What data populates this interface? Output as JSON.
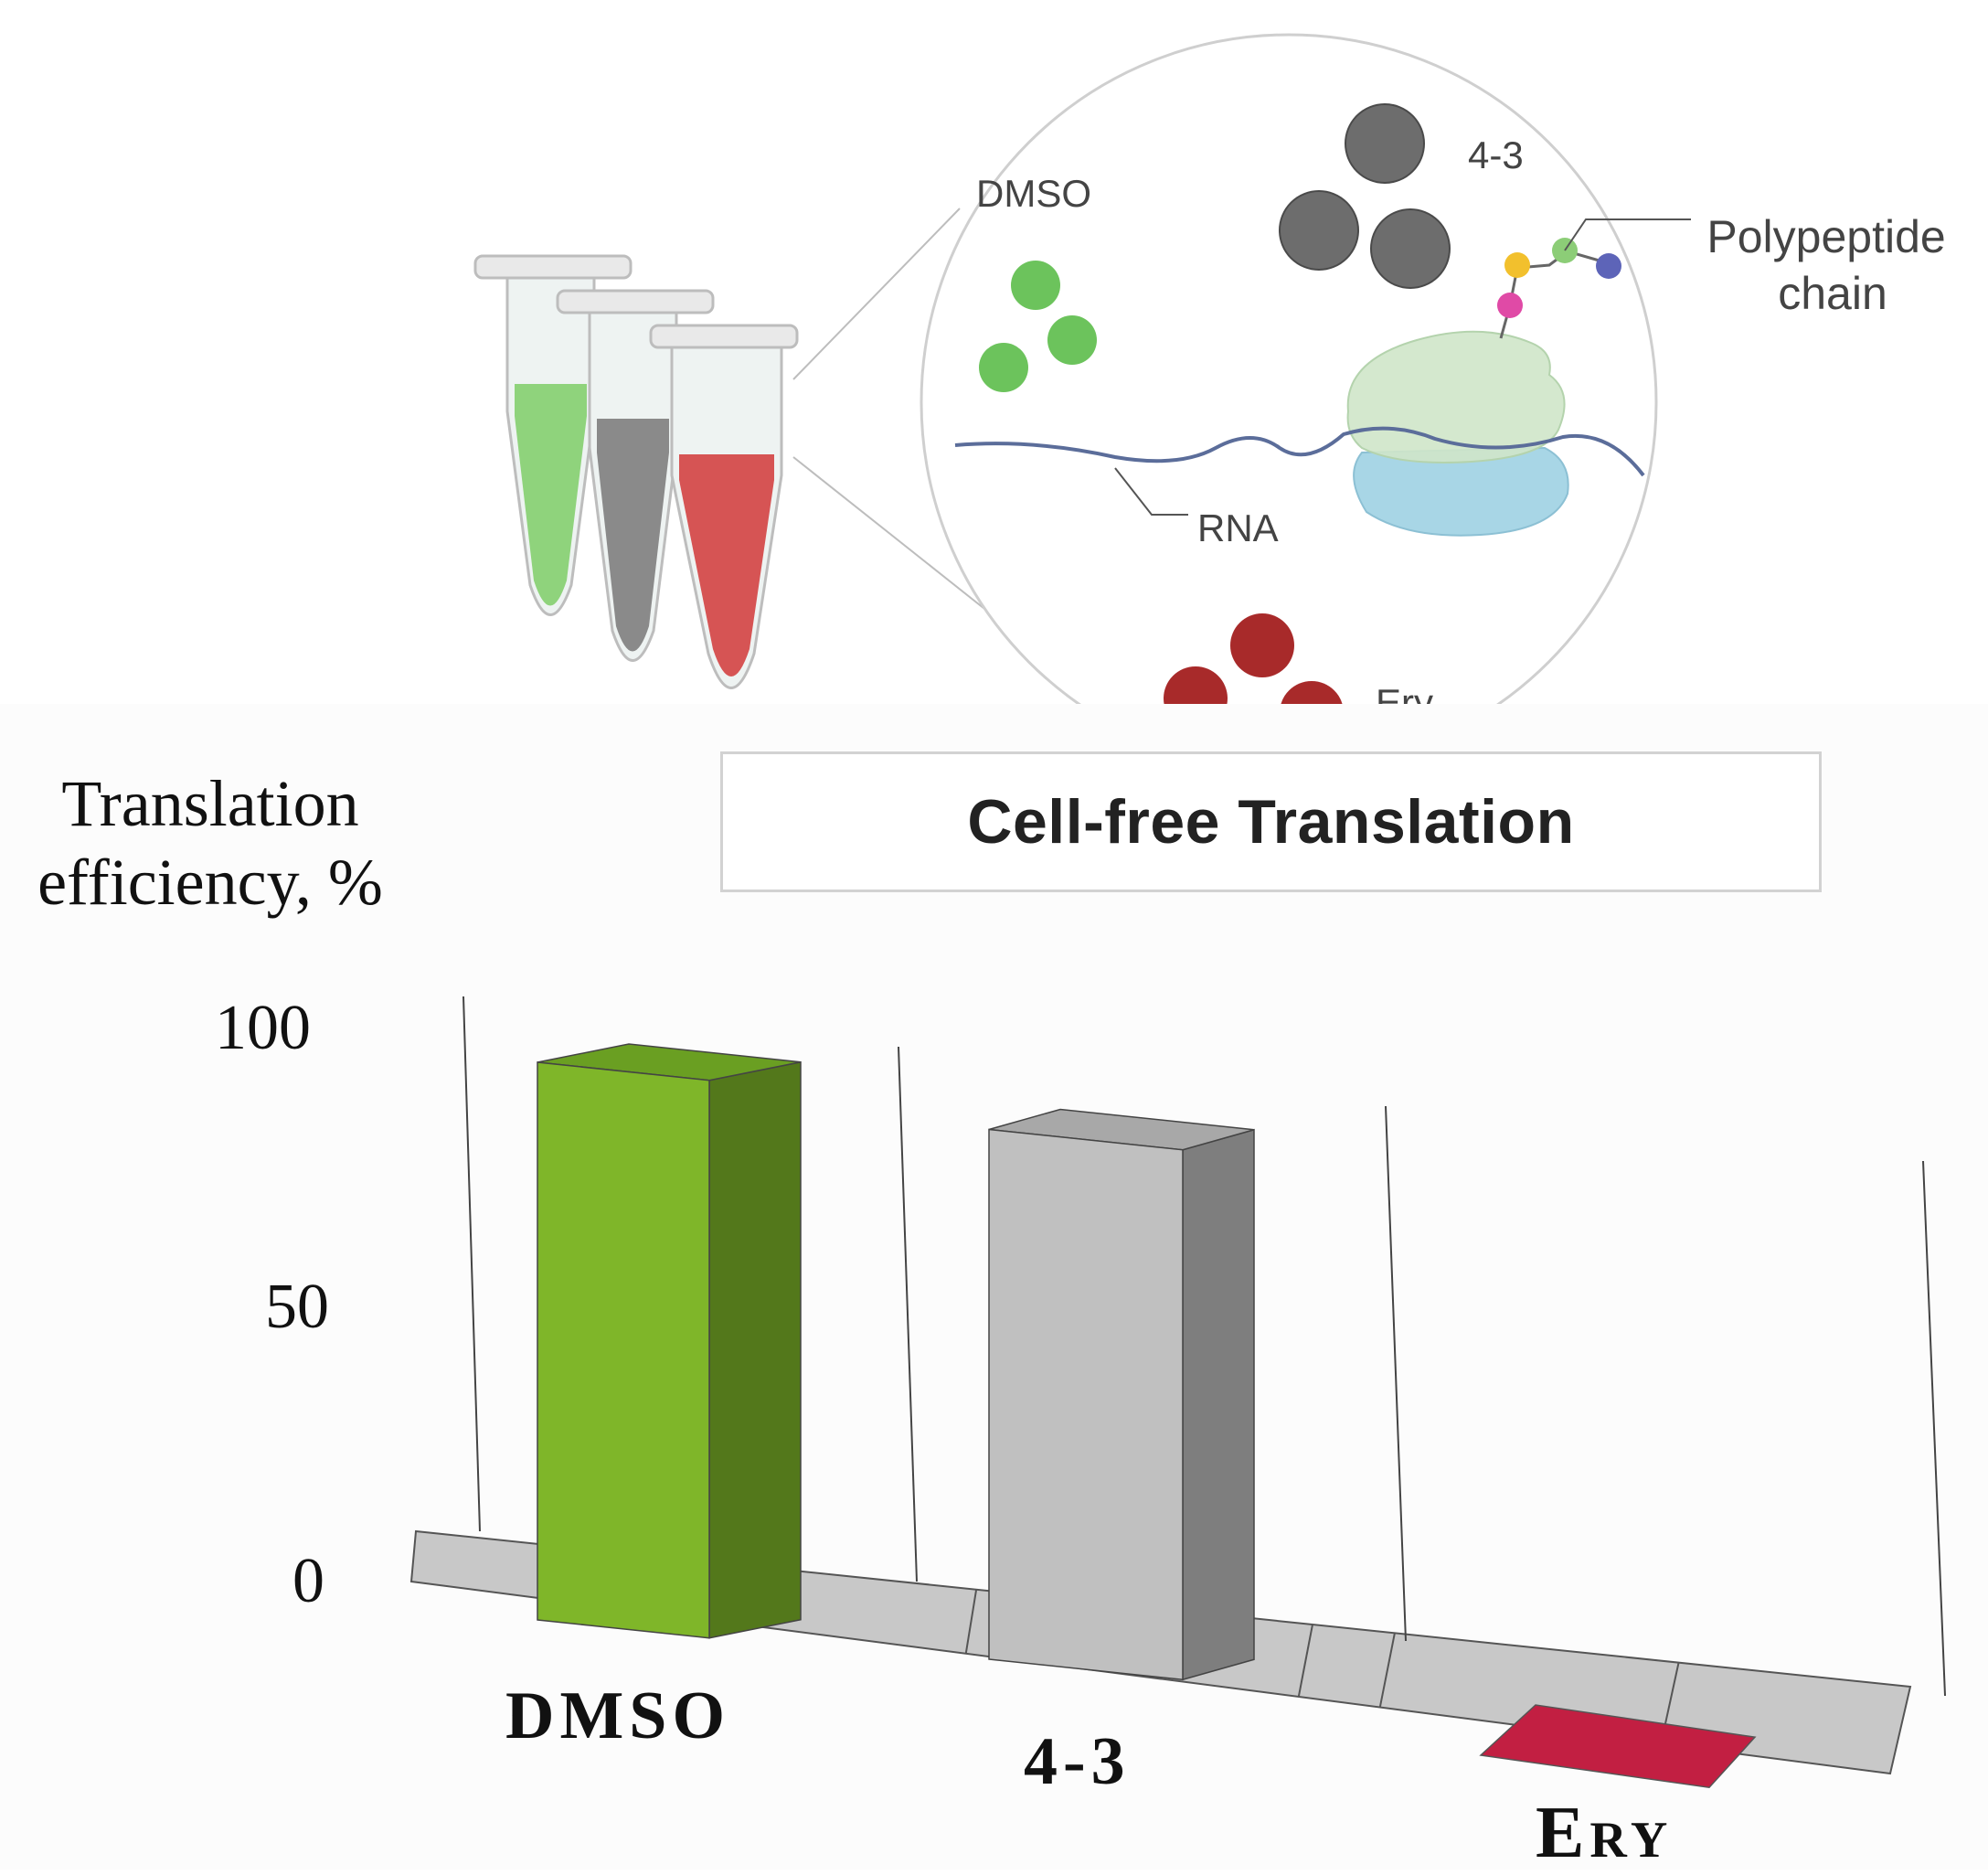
{
  "illustration": {
    "title": "Cell-free Translation",
    "labels": {
      "dmso": "DMSO",
      "compound": "4-3",
      "ery": "Ery",
      "rna": "RNA",
      "polypeptide": "Polypeptide\nchain"
    },
    "tube_colors": [
      "#8fd37c",
      "#8a8a8a",
      "#d65454"
    ]
  },
  "chart_data": {
    "type": "bar",
    "ylabel": "Translation efficiency, %",
    "categories": [
      "DMSO",
      "4-3",
      "Ery"
    ],
    "values": [
      100,
      95,
      0
    ],
    "y_ticks": [
      "0",
      "50",
      "100"
    ],
    "ylim": [
      0,
      100
    ],
    "grid": true,
    "colors": {
      "DMSO": {
        "front": "#7fb629",
        "side": "#53781b",
        "top": "#6a9f22"
      },
      "4-3": {
        "front": "#c0c0c0",
        "side": "#7e7e7e",
        "top": "#a8a8a8"
      },
      "Ery": {
        "front": "#c21f42",
        "side": "#9c1834",
        "top": "#c21f42"
      },
      "floor": "#c8c8c8"
    }
  }
}
